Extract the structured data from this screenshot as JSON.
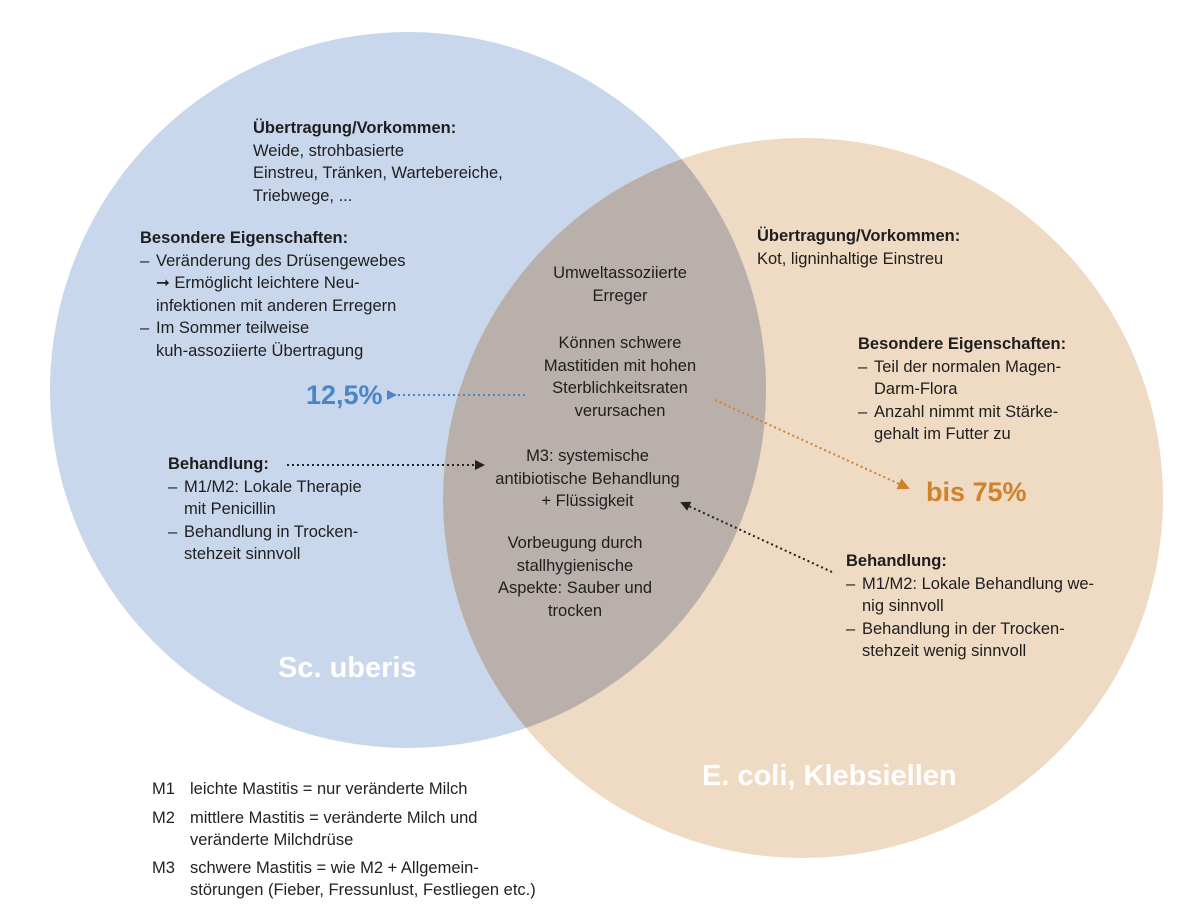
{
  "colors": {
    "left_circle": "#c9d7ec",
    "right_circle": "#efdac3",
    "overlap": "#b9b0ac",
    "blue_accent": "#4a86c6",
    "orange_accent": "#d0822a"
  },
  "left": {
    "name": "Sc. uberis",
    "transmission_head": "Übertragung/Vorkommen:",
    "transmission_lines": [
      "Weide, strohbasierte",
      "Einstreu, Tränken, Wartebereiche,",
      "Triebwege, ..."
    ],
    "props_head": "Besondere Eigenschaften:",
    "props_item1_line1": "Veränderung des Drüsengewebes",
    "props_item1_line2": "➞ Ermöglicht leichtere Neu-",
    "props_item1_line3": "infektionen mit anderen Erregern",
    "props_item2_line1": "Im Sommer teilweise",
    "props_item2_line2": "kuh-assoziierte Übertragung",
    "percentage": "12,5%",
    "treatment_head": "Behandlung:",
    "treat_item1_line1": "M1/M2: Lokale Therapie",
    "treat_item1_line2": "mit Penicillin",
    "treat_item2_line1": "Behandlung in Trocken-",
    "treat_item2_line2": "stehzeit sinnvoll"
  },
  "center": {
    "block1": [
      "Umweltassoziierte",
      "Erreger"
    ],
    "block2": [
      "Können schwere",
      "Mastitiden mit hohen",
      "Sterblichkeitsraten",
      "verursachen"
    ],
    "block3": [
      "M3: systemische",
      "antibiotische Behandlung",
      "+ Flüssigkeit"
    ],
    "block4": [
      "Vorbeugung durch",
      "stallhygienische",
      "Aspekte: Sauber und",
      "trocken"
    ]
  },
  "right": {
    "name": "E. coli, Klebsiellen",
    "transmission_head": "Übertragung/Vorkommen:",
    "transmission_line": "Kot, ligninhaltige Einstreu",
    "props_head": "Besondere Eigenschaften:",
    "props_item1_line1": "Teil der normalen Magen-",
    "props_item1_line2": "Darm-Flora",
    "props_item2_line1": "Anzahl nimmt mit Stärke-",
    "props_item2_line2": "gehalt im Futter zu",
    "percentage": "bis 75%",
    "treatment_head": "Behandlung:",
    "treat_item1_line1": "M1/M2: Lokale Behandlung we-",
    "treat_item1_line2": "nig sinnvoll",
    "treat_item2_line1": "Behandlung in der Trocken-",
    "treat_item2_line2": "stehzeit wenig sinnvoll"
  },
  "legend": [
    {
      "key": "M1",
      "lines": [
        "leichte Mastitis = nur veränderte Milch"
      ]
    },
    {
      "key": "M2",
      "lines": [
        "mittlere Mastitis = veränderte Milch und",
        "veränderte Milchdrüse"
      ]
    },
    {
      "key": "M3",
      "lines": [
        "schwere Mastitis = wie M2 + Allgemein-",
        "störungen (Fieber, Fressunlust, Festliegen etc.)"
      ]
    }
  ]
}
